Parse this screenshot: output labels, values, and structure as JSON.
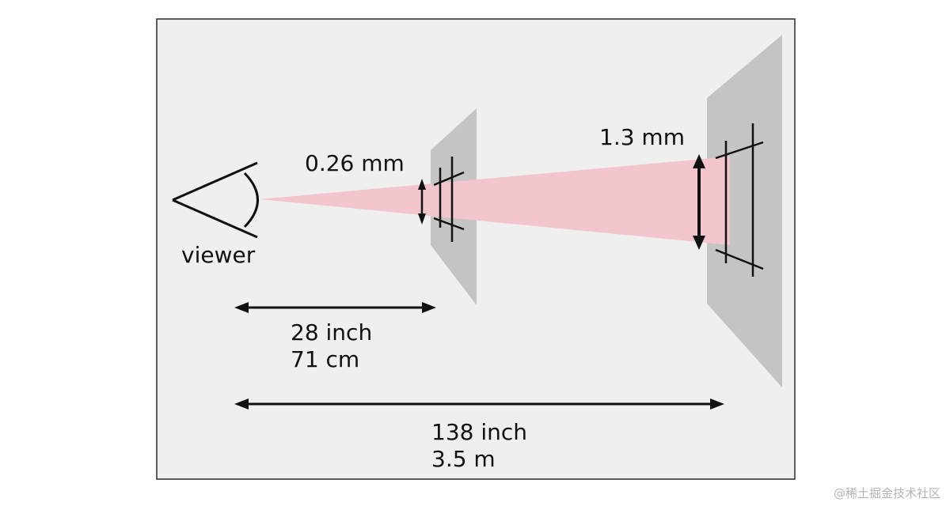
{
  "colors": {
    "panel_bg": "#efefef",
    "panel_border": "#2a2a2a",
    "screen_fill": "#c4c4c4",
    "beam_fill": "#f3c5cd",
    "ink": "#111111"
  },
  "labels": {
    "viewer": "viewer",
    "near_pixel_size": "0.26 mm",
    "far_pixel_size": "1.3 mm",
    "near_distance_inch": "28 inch",
    "near_distance_metric": "71 cm",
    "far_distance_inch": "138 inch",
    "far_distance_metric": "3.5 m"
  },
  "watermark": "@稀土掘金技术社区"
}
